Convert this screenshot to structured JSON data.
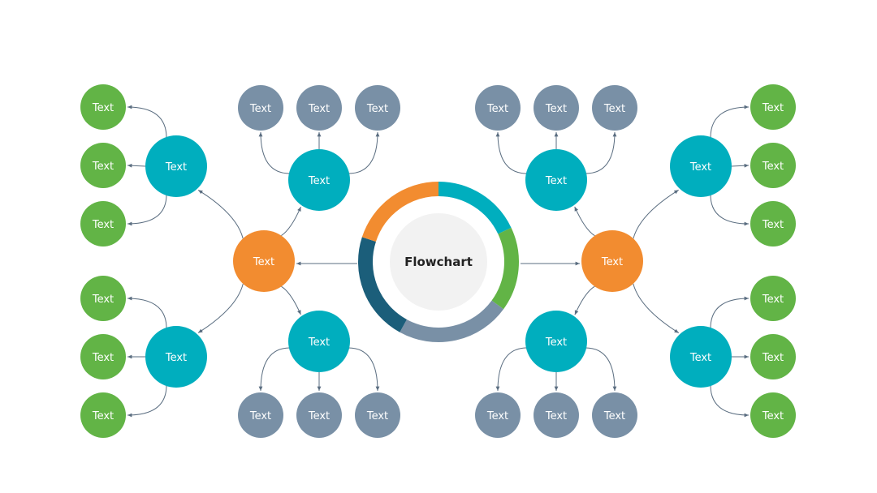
{
  "diagram": {
    "center_label": "Flowchart",
    "node_label": "Text",
    "colors": {
      "orange": "#F28C30",
      "teal": "#00AEBE",
      "green": "#62B446",
      "slate": "#7990A6",
      "navy": "#1B5E7A",
      "hub": "#F2F2F2",
      "line": "#5A6D80"
    },
    "ring_segments": [
      {
        "color": "teal",
        "share": 0.18
      },
      {
        "color": "green",
        "share": 0.17
      },
      {
        "color": "slate",
        "share": 0.23
      },
      {
        "color": "navy",
        "share": 0.22
      },
      {
        "color": "orange",
        "share": 0.2
      }
    ],
    "hubs": [
      {
        "side": "left",
        "color": "orange",
        "branches": [
          {
            "position": "outer-top",
            "color": "teal",
            "leaves": {
              "color": "green",
              "count": 3
            }
          },
          {
            "position": "inner-top",
            "color": "teal",
            "leaves": {
              "color": "slate",
              "count": 3
            }
          },
          {
            "position": "inner-bottom",
            "color": "teal",
            "leaves": {
              "color": "slate",
              "count": 3
            }
          },
          {
            "position": "outer-bottom",
            "color": "teal",
            "leaves": {
              "color": "green",
              "count": 3
            }
          }
        ]
      },
      {
        "side": "right",
        "color": "orange",
        "branches": [
          {
            "position": "outer-top",
            "color": "teal",
            "leaves": {
              "color": "green",
              "count": 3
            }
          },
          {
            "position": "inner-top",
            "color": "teal",
            "leaves": {
              "color": "slate",
              "count": 3
            }
          },
          {
            "position": "inner-bottom",
            "color": "teal",
            "leaves": {
              "color": "slate",
              "count": 3
            }
          },
          {
            "position": "outer-bottom",
            "color": "teal",
            "leaves": {
              "color": "green",
              "count": 3
            }
          }
        ]
      }
    ]
  }
}
